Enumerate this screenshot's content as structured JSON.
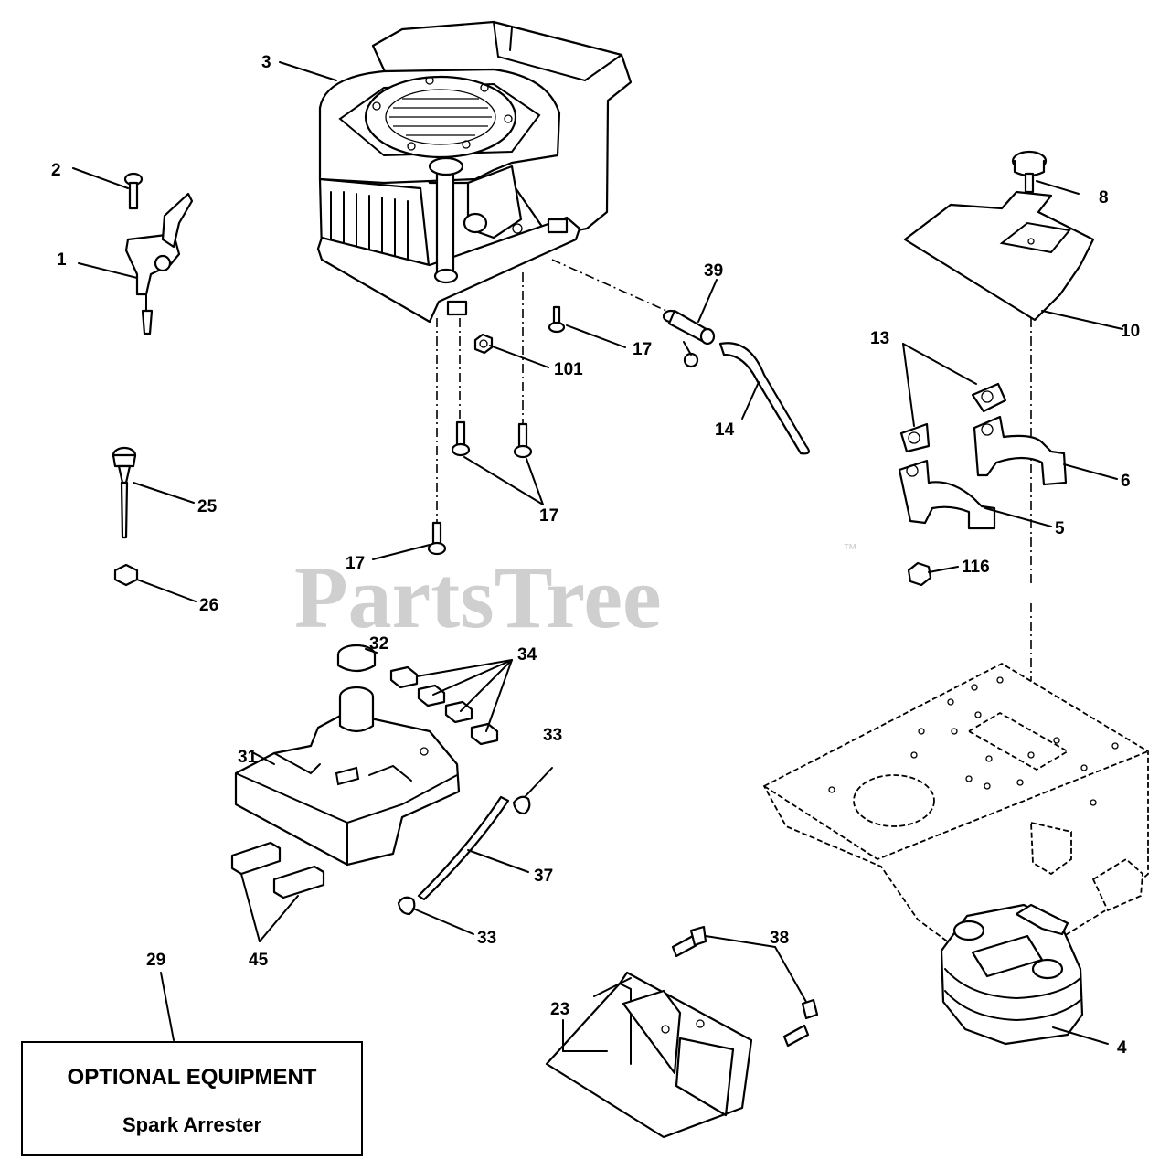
{
  "watermark": {
    "text": "PartsTree",
    "tm": "™"
  },
  "optional_box": {
    "line1": "OPTIONAL EQUIPMENT",
    "line2": "Spark Arrester"
  },
  "callouts": [
    {
      "id": "c1",
      "label": "1"
    },
    {
      "id": "c2",
      "label": "2"
    },
    {
      "id": "c3",
      "label": "3"
    },
    {
      "id": "c4",
      "label": "4"
    },
    {
      "id": "c5",
      "label": "5"
    },
    {
      "id": "c6",
      "label": "6"
    },
    {
      "id": "c8",
      "label": "8"
    },
    {
      "id": "c10",
      "label": "10"
    },
    {
      "id": "c13",
      "label": "13"
    },
    {
      "id": "c14",
      "label": "14"
    },
    {
      "id": "c17a",
      "label": "17"
    },
    {
      "id": "c17b",
      "label": "17"
    },
    {
      "id": "c17c",
      "label": "17"
    },
    {
      "id": "c23",
      "label": "23"
    },
    {
      "id": "c25",
      "label": "25"
    },
    {
      "id": "c26",
      "label": "26"
    },
    {
      "id": "c29",
      "label": "29"
    },
    {
      "id": "c31",
      "label": "31"
    },
    {
      "id": "c32",
      "label": "32"
    },
    {
      "id": "c33a",
      "label": "33"
    },
    {
      "id": "c33b",
      "label": "33"
    },
    {
      "id": "c34",
      "label": "34"
    },
    {
      "id": "c37",
      "label": "37"
    },
    {
      "id": "c38",
      "label": "38"
    },
    {
      "id": "c39",
      "label": "39"
    },
    {
      "id": "c45",
      "label": "45"
    },
    {
      "id": "c101",
      "label": "101"
    },
    {
      "id": "c116",
      "label": "116"
    }
  ]
}
